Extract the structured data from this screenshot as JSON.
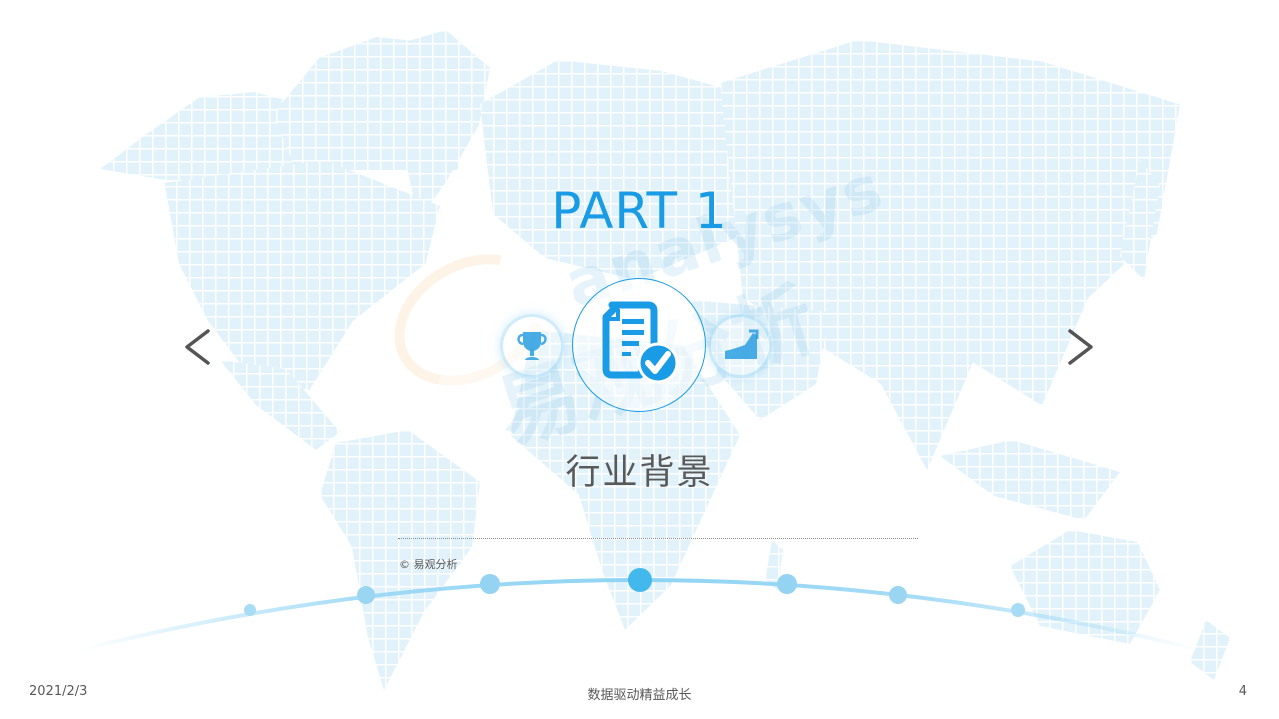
{
  "slide": {
    "part_label": "PART 1",
    "section_title": "行业背景",
    "copyright": "© 易观分析",
    "watermark": {
      "english": "analysys",
      "chinese": "易观分析"
    },
    "icons": {
      "left": "trophy-icon",
      "center": "document-check-icon",
      "right": "growth-chart-icon"
    },
    "navigation": {
      "prev_label": "<",
      "next_label": ">"
    },
    "colors": {
      "accent": "#1a9be6",
      "text_gray": "#595959",
      "map_fill": "#e2f2fa",
      "timeline": "#8fd3f4",
      "timeline_active": "#42b8ec"
    },
    "timeline": {
      "node_count": 7,
      "active_index": 3
    }
  },
  "footer": {
    "date": "2021/2/3",
    "center_text": "数据驱动精益成长",
    "page_number": "4"
  }
}
